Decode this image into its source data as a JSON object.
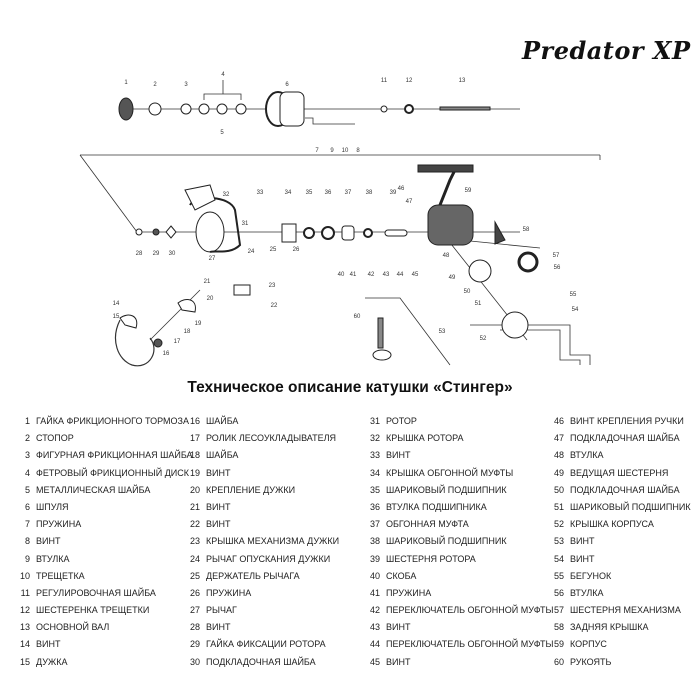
{
  "brand": "Predator XP",
  "title": "Техническое описание катушки «Стингер»",
  "callouts": [
    "1",
    "2",
    "3",
    "4",
    "5",
    "6",
    "7",
    "8",
    "9",
    "10",
    "11",
    "12",
    "13",
    "14",
    "15",
    "16",
    "17",
    "18",
    "19",
    "20",
    "21",
    "22",
    "23",
    "24",
    "25",
    "26",
    "27",
    "28",
    "29",
    "30",
    "31",
    "32",
    "33",
    "34",
    "35",
    "36",
    "37",
    "38",
    "39",
    "40",
    "41",
    "42",
    "43",
    "44",
    "45",
    "46",
    "47",
    "48",
    "49",
    "50",
    "51",
    "52",
    "53",
    "54",
    "55",
    "56",
    "57",
    "58",
    "59",
    "60"
  ],
  "parts": [
    {
      "num": "1",
      "name": "ГАЙКА ФРИКЦИОННОГО ТОРМОЗА"
    },
    {
      "num": "2",
      "name": "СТОПОР"
    },
    {
      "num": "3",
      "name": "ФИГУРНАЯ ФРИКЦИОННАЯ ШАЙБА"
    },
    {
      "num": "4",
      "name": "ФЕТРОВЫЙ ФРИКЦИОННЫЙ ДИСК"
    },
    {
      "num": "5",
      "name": "МЕТАЛЛИЧЕСКАЯ ШАЙБА"
    },
    {
      "num": "6",
      "name": "ШПУЛЯ"
    },
    {
      "num": "7",
      "name": "ПРУЖИНА"
    },
    {
      "num": "8",
      "name": "ВИНТ"
    },
    {
      "num": "9",
      "name": "ВТУЛКА"
    },
    {
      "num": "10",
      "name": "ТРЕЩЕТКА"
    },
    {
      "num": "11",
      "name": "РЕГУЛИРОВОЧНАЯ ШАЙБА"
    },
    {
      "num": "12",
      "name": "ШЕСТЕРЕНКА ТРЕЩЕТКИ"
    },
    {
      "num": "13",
      "name": "ОСНОВНОЙ ВАЛ"
    },
    {
      "num": "14",
      "name": "ВИНТ"
    },
    {
      "num": "15",
      "name": "ДУЖКА"
    },
    {
      "num": "16",
      "name": "ШАЙБА"
    },
    {
      "num": "17",
      "name": "РОЛИК ЛЕСОУКЛАДЫВАТЕЛЯ"
    },
    {
      "num": "18",
      "name": "ШАЙБА"
    },
    {
      "num": "19",
      "name": "ВИНТ"
    },
    {
      "num": "20",
      "name": "КРЕПЛЕНИЕ ДУЖКИ"
    },
    {
      "num": "21",
      "name": "ВИНТ"
    },
    {
      "num": "22",
      "name": "ВИНТ"
    },
    {
      "num": "23",
      "name": "КРЫШКА МЕХАНИЗМА ДУЖКИ"
    },
    {
      "num": "24",
      "name": "РЫЧАГ ОПУСКАНИЯ ДУЖКИ"
    },
    {
      "num": "25",
      "name": "ДЕРЖАТЕЛЬ РЫЧАГА"
    },
    {
      "num": "26",
      "name": "ПРУЖИНА"
    },
    {
      "num": "27",
      "name": "РЫЧАГ"
    },
    {
      "num": "28",
      "name": "ВИНТ"
    },
    {
      "num": "29",
      "name": "ГАЙКА ФИКСАЦИИ РОТОРА"
    },
    {
      "num": "30",
      "name": "ПОДКЛАДОЧНАЯ ШАЙБА"
    },
    {
      "num": "31",
      "name": "РОТОР"
    },
    {
      "num": "32",
      "name": "КРЫШКА РОТОРА"
    },
    {
      "num": "33",
      "name": "ВИНТ"
    },
    {
      "num": "34",
      "name": "КРЫШКА ОБГОННОЙ МУФТЫ"
    },
    {
      "num": "35",
      "name": "ШАРИКОВЫЙ ПОДШИПНИК"
    },
    {
      "num": "36",
      "name": "ВТУЛКА ПОДШИПНИКА"
    },
    {
      "num": "37",
      "name": "ОБГОННАЯ МУФТА"
    },
    {
      "num": "38",
      "name": "ШАРИКОВЫЙ ПОДШИПНИК"
    },
    {
      "num": "39",
      "name": "ШЕСТЕРНЯ РОТОРА"
    },
    {
      "num": "40",
      "name": "СКОБА"
    },
    {
      "num": "41",
      "name": "ПРУЖИНА"
    },
    {
      "num": "42",
      "name": "ПЕРЕКЛЮЧАТЕЛЬ ОБГОННОЙ МУФТЫ"
    },
    {
      "num": "43",
      "name": "ВИНТ"
    },
    {
      "num": "44",
      "name": "ПЕРЕКЛЮЧАТЕЛЬ ОБГОННОЙ МУФТЫ"
    },
    {
      "num": "45",
      "name": "ВИНТ"
    },
    {
      "num": "46",
      "name": "ВИНТ КРЕПЛЕНИЯ РУЧКИ"
    },
    {
      "num": "47",
      "name": "ПОДКЛАДОЧНАЯ ШАЙБА"
    },
    {
      "num": "48",
      "name": "ВТУЛКА"
    },
    {
      "num": "49",
      "name": "ВЕДУЩАЯ ШЕСТЕРНЯ"
    },
    {
      "num": "50",
      "name": "ПОДКЛАДОЧНАЯ ШАЙБА"
    },
    {
      "num": "51",
      "name": "ШАРИКОВЫЙ ПОДШИПНИК"
    },
    {
      "num": "52",
      "name": "КРЫШКА КОРПУСА"
    },
    {
      "num": "53",
      "name": "ВИНТ"
    },
    {
      "num": "54",
      "name": "ВИНТ"
    },
    {
      "num": "55",
      "name": "БЕГУНОК"
    },
    {
      "num": "56",
      "name": "ВТУЛКА"
    },
    {
      "num": "57",
      "name": "ШЕСТЕРНЯ МЕХАНИЗМА"
    },
    {
      "num": "58",
      "name": "ЗАДНЯЯ КРЫШКА"
    },
    {
      "num": "59",
      "name": "КОРПУС"
    },
    {
      "num": "60",
      "name": "РУКОЯТЬ"
    }
  ]
}
